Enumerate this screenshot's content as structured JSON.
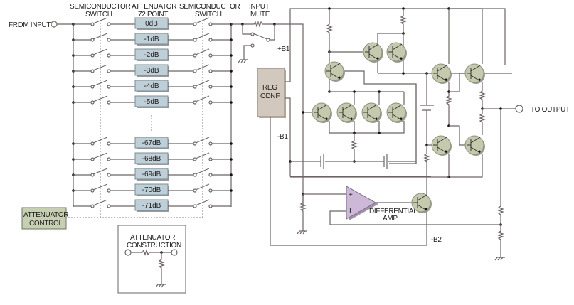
{
  "labels": {
    "from_input": "FROM INPUT",
    "to_output": "TO OUTPUT",
    "semi_switch_left_1": "SEMICONDUCTOR",
    "semi_switch_left_2": "SWITCH",
    "attenuator_1": "ATTENUATOR",
    "attenuator_2": "72 POINT",
    "semi_switch_right_1": "SEMICONDUCTOR",
    "semi_switch_right_2": "SWITCH",
    "input_mute_1": "INPUT",
    "input_mute_2": "MUTE",
    "plus_b1": "+B1",
    "minus_b1": "-B1",
    "minus_b2": "-B2",
    "reg_1": "REG",
    "reg_2": "ODNF",
    "attenuator_control_1": "ATTENUATOR",
    "attenuator_control_2": "CONTROL",
    "construction_1": "ATTENUATOR",
    "construction_2": "CONSTRUCTION",
    "diff_amp_1": "DIFFERENTIAL",
    "diff_amp_2": "AMP",
    "opamp_plus": "+",
    "opamp_minus": "I"
  },
  "attenuator_steps_top": [
    "0dB",
    "-1dB",
    "-2dB",
    "-3dB",
    "-4dB",
    "-5dB"
  ],
  "attenuator_steps_bottom": [
    "-67dB",
    "-68dB",
    "-69dB",
    "-70dB",
    "-71dB"
  ],
  "colors": {
    "attenuator_box": "#bfcfd8",
    "transistor": "#c5c9ae",
    "reg_box": "#d3c8bd",
    "control_box": "#c6cfb2",
    "diff_amp": "#cdb8d8"
  }
}
